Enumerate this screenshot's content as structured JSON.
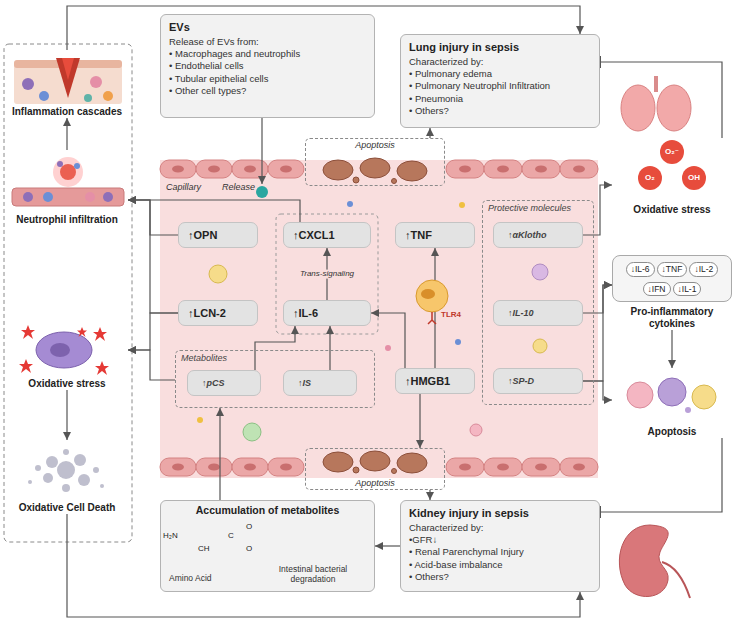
{
  "diagram": {
    "nodes": [
      {
        "text": [
          "Inflammation cascades"
        ]
      },
      {
        "text": [
          "Neutrophil infiltration"
        ]
      },
      {
        "text": [
          "Oxidative stress"
        ]
      },
      {
        "text": [
          "Oxidative Cell Death"
        ]
      },
      {
        "text": [
          "EVs",
          "Release of EVs from:",
          "• Macrophages and neutrophils",
          "• Endothelial cells",
          "• Tubular epithelial cells",
          "• Other cell types?"
        ]
      },
      {
        "text": [
          "Lung injury in sepsis",
          "Characterized by:",
          "• Pulmonary edema",
          "• Pulmonary Neutrophil Infiltration",
          "• Pneumonia",
          "• Others?"
        ]
      },
      {
        "text": [
          "Apoptosis"
        ]
      },
      {
        "text": [
          "↑OPN"
        ]
      },
      {
        "text": [
          "↑CXCL1"
        ]
      },
      {
        "text": [
          "↑TNF"
        ]
      },
      {
        "text": [
          "Protective molecules"
        ]
      },
      {
        "text": [
          "↑αKlotho"
        ],
        "in": 10
      },
      {
        "text": [
          "↑LCN-2"
        ]
      },
      {
        "text": [
          "↑IL-6"
        ]
      },
      {
        "text": [
          "↑IL-10"
        ],
        "in": 10
      },
      {
        "text": [
          "Metabolites"
        ]
      },
      {
        "text": [
          "↑pCS"
        ],
        "in": 15
      },
      {
        "text": [
          "↑IS"
        ],
        "in": 15
      },
      {
        "text": [
          "↑HMGB1"
        ]
      },
      {
        "text": [
          "↑SP-D"
        ],
        "in": 10
      },
      {
        "text": [
          "Apoptosis"
        ]
      },
      {
        "text": [
          "Oxidative stress"
        ]
      },
      {
        "text": [
          "↓IL-6",
          "↓TNF",
          "↓IL-2",
          "↓IFN",
          "↓IL-1",
          "Pro-inflammatory cytokines"
        ]
      },
      {
        "text": [
          "Apoptosis"
        ]
      },
      {
        "text": [
          "Accumulation of metabolites",
          "Amino Acid",
          "Intestinal bacterial degradation"
        ]
      },
      {
        "text": [
          "Kidney injury in sepsis",
          "Characterized by:",
          "•GFR↓",
          "• Renal Parenchymal Injury",
          "• Acid-base imbalance",
          "• Others?"
        ]
      }
    ],
    "edges": [
      {
        "from": 0,
        "to": 5,
        "arrow": "to"
      },
      {
        "from": 3,
        "to": 25,
        "arrow": "to"
      },
      {
        "from": 1,
        "to": 0,
        "arrow": "to"
      },
      {
        "from": 2,
        "to": 3,
        "arrow": "to"
      },
      {
        "from": 8,
        "to": 1,
        "arrow": "to"
      },
      {
        "from": 7,
        "to": 1,
        "arrow": "to"
      },
      {
        "from": 12,
        "to": 1,
        "arrow": "to"
      },
      {
        "from": 12,
        "to": 2,
        "arrow": "to"
      },
      {
        "from": 15,
        "to": 2,
        "arrow": "to"
      },
      {
        "from": 13,
        "to": 8,
        "arrow": "to",
        "label": "Trans-signaling"
      },
      {
        "from": 16,
        "to": 13,
        "arrow": "to"
      },
      {
        "from": 17,
        "to": 13,
        "arrow": "to"
      },
      {
        "from": 18,
        "to": 9,
        "arrow": "to"
      },
      {
        "from": 18,
        "to": 13,
        "arrow": "to"
      },
      {
        "from": 18,
        "to": 20,
        "arrow": "to"
      },
      {
        "from": 6,
        "to": 5,
        "arrow": "to"
      },
      {
        "from": 20,
        "to": 25,
        "arrow": "to"
      },
      {
        "from": 25,
        "to": 24,
        "arrow": "to"
      },
      {
        "from": 24,
        "to": 15,
        "arrow": "to"
      },
      {
        "from": 11,
        "to": 21,
        "arrow": "to"
      },
      {
        "from": 14,
        "to": 22,
        "arrow": "to"
      },
      {
        "from": 19,
        "to": 22,
        "arrow": "to"
      },
      {
        "from": 19,
        "to": 23,
        "arrow": "to"
      },
      {
        "from": 22,
        "to": 23,
        "arrow": "to"
      },
      {
        "from": 21,
        "to": 5,
        "arrow": "to"
      },
      {
        "from": 23,
        "to": 25,
        "arrow": "to"
      }
    ],
    "labels": [
      "Capillary",
      "Release",
      "TLR4",
      "O₂⁻",
      "O₂",
      "OH",
      "H₂N",
      "CH",
      "C",
      "O",
      "O"
    ]
  }
}
